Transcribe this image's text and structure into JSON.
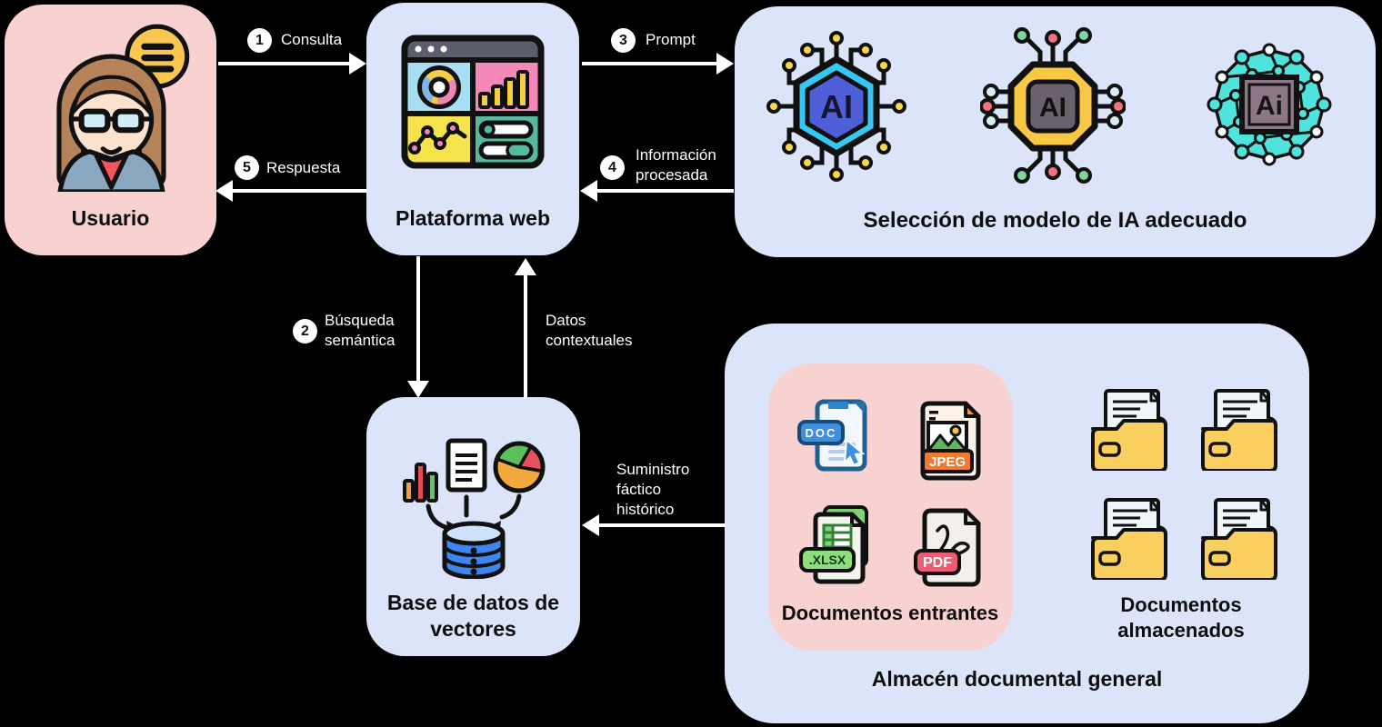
{
  "diagram": {
    "background": "#000000",
    "box_blue": "#dbe4f8",
    "box_pink": "#f8d2d0",
    "arrow_color": "#ffffff"
  },
  "nodes": {
    "user": {
      "title": "Usuario"
    },
    "platform": {
      "title": "Plataforma web"
    },
    "ai_selection": {
      "title": "Selección de modelo de IA adecuado",
      "icon_labels": {
        "hexagon": "AI",
        "chip": "AI",
        "network": "Ai"
      }
    },
    "vector_db": {
      "title": "Base de datos de vectores"
    },
    "doc_store": {
      "title": "Almacén documental general",
      "incoming": {
        "title": "Documentos entrantes",
        "badges": {
          "doc": "DOC",
          "jpeg": "JPEG",
          "xlsx": ".XLSX",
          "pdf": "PDF"
        }
      },
      "stored": {
        "title": "Documentos almacenados"
      }
    }
  },
  "flows": {
    "consulta": {
      "step": "1",
      "label": "Consulta"
    },
    "busqueda": {
      "step": "2",
      "label": "Búsqueda semántica"
    },
    "prompt": {
      "step": "3",
      "label": "Prompt"
    },
    "informacion": {
      "step": "4",
      "label": "Información procesada"
    },
    "respuesta": {
      "step": "5",
      "label": "Respuesta"
    },
    "datos_contextuales": {
      "label": "Datos contextuales"
    },
    "suministro": {
      "label": "Suministro fáctico histórico"
    }
  }
}
